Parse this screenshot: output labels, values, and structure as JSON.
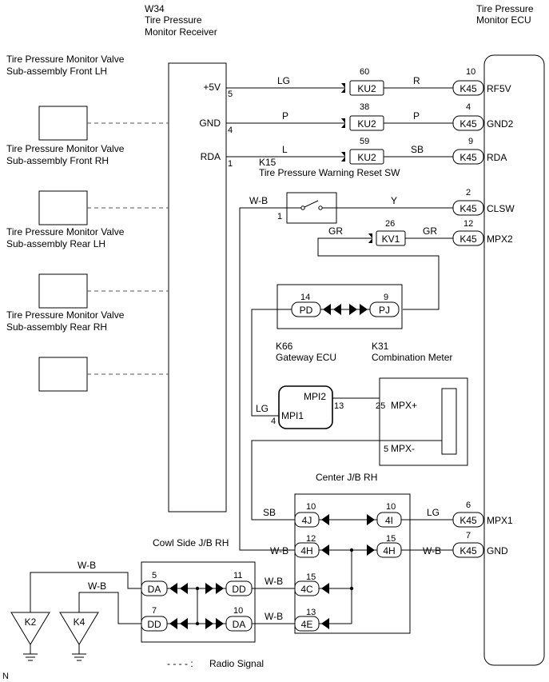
{
  "receiver": {
    "code": "W34",
    "name_line1": "Tire Pressure",
    "name_line2": "Monitor Receiver",
    "terminals": [
      {
        "name": "+5V",
        "pin": "5"
      },
      {
        "name": "GND",
        "pin": "4"
      },
      {
        "name": "RDA",
        "pin": "1"
      }
    ]
  },
  "ecu": {
    "name_line1": "Tire Pressure",
    "name_line2": "Monitor ECU",
    "terminals": [
      {
        "connector": "K45",
        "pin": "10",
        "name": "RF5V"
      },
      {
        "connector": "K45",
        "pin": "4",
        "name": "GND2"
      },
      {
        "connector": "K45",
        "pin": "9",
        "name": "RDA"
      },
      {
        "connector": "K45",
        "pin": "2",
        "name": "CLSW"
      },
      {
        "connector": "K45",
        "pin": "12",
        "name": "MPX2"
      },
      {
        "connector": "K45",
        "pin": "6",
        "name": "MPX1"
      },
      {
        "connector": "K45",
        "pin": "7",
        "name": "GND"
      }
    ]
  },
  "valves": [
    {
      "line1": "Tire Pressure Monitor Valve",
      "line2": "Sub-assembly Front LH"
    },
    {
      "line1": "Tire Pressure Monitor Valve",
      "line2": "Sub-assembly Front RH"
    },
    {
      "line1": "Tire Pressure Monitor Valve",
      "line2": "Sub-assembly Rear LH"
    },
    {
      "line1": "Tire Pressure Monitor Valve",
      "line2": "Sub-assembly Rear RH"
    }
  ],
  "wires": {
    "rf5v": {
      "left": "LG",
      "right": "R",
      "connector": "KU2",
      "pin": "60"
    },
    "gnd2": {
      "left": "P",
      "right": "P",
      "connector": "KU2",
      "pin": "38"
    },
    "rda": {
      "left": "L",
      "right": "SB",
      "connector": "KU2",
      "pin": "59"
    },
    "clsw": {
      "left": "W-B",
      "right": "Y"
    },
    "mpx2": {
      "left": "GR",
      "right": "GR",
      "connector": "KV1",
      "pin": "26"
    },
    "mpx1": {
      "color": "LG"
    },
    "gnd": {
      "color": "W-B"
    },
    "gateway_lg": "LG",
    "sb_center": "SB",
    "wb_center": "W-B",
    "wb_cowl_1": "W-B",
    "wb_cowl_2": "W-B",
    "wb_k2": "W-B",
    "wb_k4": "W-B"
  },
  "reset_switch": {
    "code": "K15",
    "name": "Tire Pressure Warning Reset SW",
    "pin": "1"
  },
  "gateway_junction": {
    "left_connector": "PD",
    "left_pin": "14",
    "right_connector": "PJ",
    "right_pin": "9"
  },
  "gateway_ecu": {
    "code": "K66",
    "name": "Gateway ECU",
    "pin_mpi2": "MPI2",
    "pin_mpi1": "MPI1",
    "mpi2_pin": "13",
    "mpi1_pin": "4"
  },
  "combination_meter": {
    "code": "K31",
    "name": "Combination Meter",
    "mpx_plus": "MPX+",
    "mpx_plus_pin": "25",
    "mpx_minus": "MPX-",
    "mpx_minus_pin": "5"
  },
  "center_jb": {
    "title": "Center J/B RH",
    "left": [
      {
        "conn": "4J",
        "pin": "10"
      },
      {
        "conn": "4H",
        "pin": "12"
      },
      {
        "conn": "4C",
        "pin": "15"
      },
      {
        "conn": "4E",
        "pin": "13"
      }
    ],
    "right": [
      {
        "conn": "4I",
        "pin": "10"
      },
      {
        "conn": "4H",
        "pin": "15"
      }
    ]
  },
  "cowl_jb": {
    "title": "Cowl Side J/B RH",
    "left": [
      {
        "conn": "DA",
        "pin": "5"
      },
      {
        "conn": "DD",
        "pin": "7"
      }
    ],
    "right": [
      {
        "conn": "DD",
        "pin": "11"
      },
      {
        "conn": "DA",
        "pin": "10"
      }
    ]
  },
  "grounds": [
    "K2",
    "K4"
  ],
  "legend": {
    "dash": "- - - - :",
    "text": "Radio Signal"
  },
  "corner_mark": "N"
}
